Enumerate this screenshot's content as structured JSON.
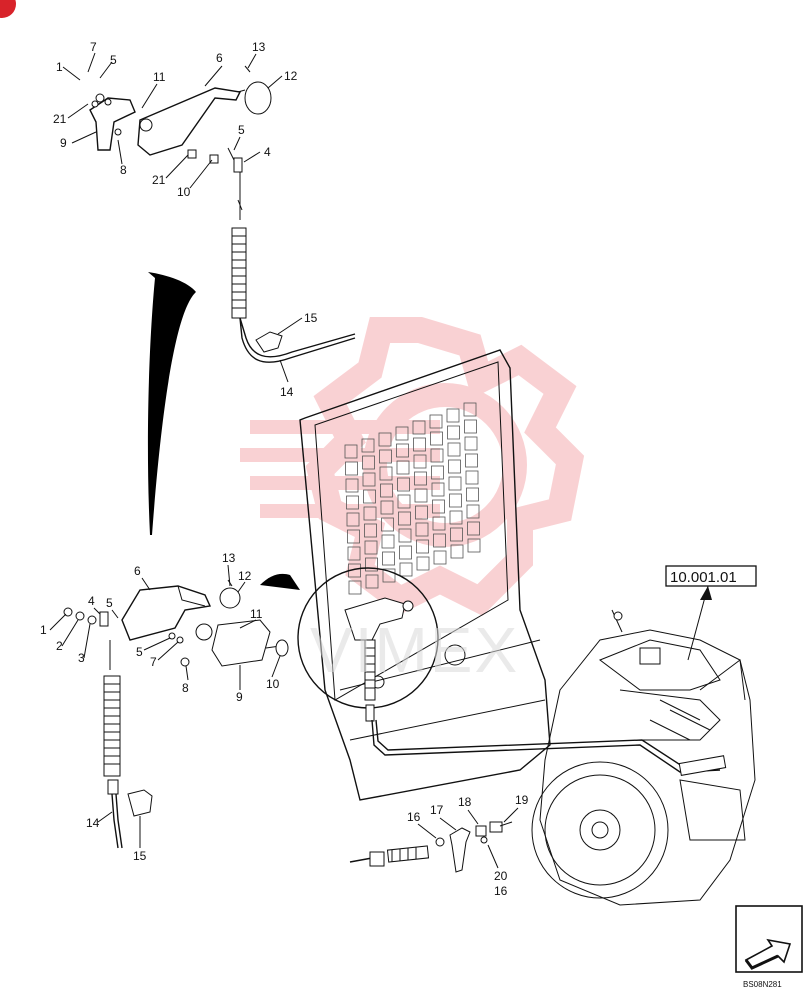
{
  "upper_assembly": {
    "callouts": [
      "1",
      "7",
      "5",
      "11",
      "6",
      "13",
      "12",
      "21",
      "9",
      "8",
      "21",
      "10",
      "5",
      "4",
      "15",
      "14"
    ]
  },
  "lower_assembly": {
    "callouts": [
      "13",
      "12",
      "6",
      "4",
      "5",
      "11",
      "1",
      "2",
      "3",
      "5",
      "7",
      "8",
      "9",
      "10",
      "14",
      "15"
    ]
  },
  "engine_assembly": {
    "callouts": [
      "16",
      "17",
      "18",
      "19",
      "20",
      "16"
    ]
  },
  "reference_box": "10.001.01",
  "watermark": "VIMEX",
  "drawing_code": "BS08N281",
  "colors": {
    "watermark_red": "#e8323a",
    "line": "#111111"
  },
  "icons": {
    "next_page": "arrow-icon",
    "corner_badge": "badge-icon"
  }
}
